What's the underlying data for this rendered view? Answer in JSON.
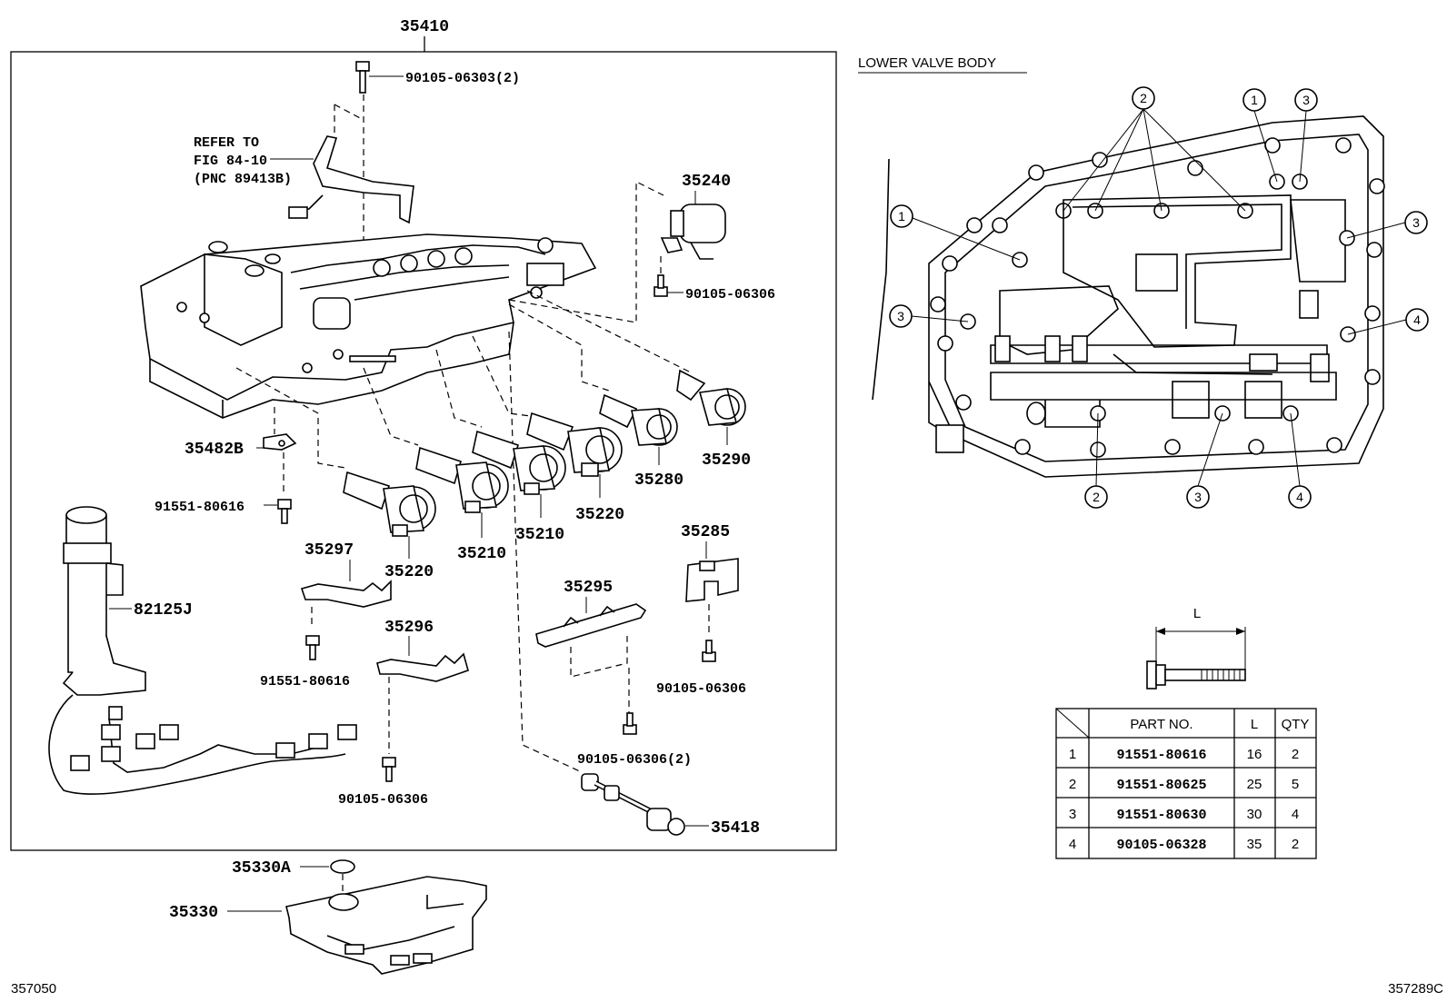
{
  "labels": {
    "assembly": "35410",
    "bolt_top": "90105-06303(2)",
    "refer_1": "REFER TO",
    "refer_2": "FIG 84-10",
    "refer_3": "(PNC 89413B)",
    "p35240": "35240",
    "bolt_35240": "90105-06306",
    "p35290": "35290",
    "p35280": "35280",
    "p35220_r": "35220",
    "p35210_r": "35210",
    "p35210_l": "35210",
    "p35220_l": "35220",
    "p35482b": "35482B",
    "bolt_91551_a": "91551-80616",
    "p82125j": "82125J",
    "p35297": "35297",
    "bolt_91551_b": "91551-80616",
    "p35296": "35296",
    "bolt_35296": "90105-06306",
    "p35295": "35295",
    "bolt_35295": "90105-06306(2)",
    "p35285": "35285",
    "bolt_35285": "90105-06306",
    "p35418": "35418",
    "p35330a": "35330A",
    "p35330": "35330",
    "code_left": "357050",
    "code_right": "357289C",
    "lower_valve_body": "LOWER VALVE BODY",
    "dim_l": "L"
  },
  "callouts": {
    "top_2": "2",
    "top_1": "1",
    "top_3": "3",
    "left_1": "1",
    "left_3": "3",
    "right_3": "3",
    "right_4": "4",
    "bottom_2": "2",
    "bottom_3": "3",
    "bottom_4": "4"
  },
  "bolt_table": {
    "headers": [
      "",
      "PART NO.",
      "L",
      "QTY"
    ],
    "rows": [
      [
        "1",
        "91551-80616",
        "16",
        "2"
      ],
      [
        "2",
        "91551-80625",
        "25",
        "5"
      ],
      [
        "3",
        "91551-80630",
        "30",
        "4"
      ],
      [
        "4",
        "90105-06328",
        "35",
        "2"
      ]
    ]
  }
}
